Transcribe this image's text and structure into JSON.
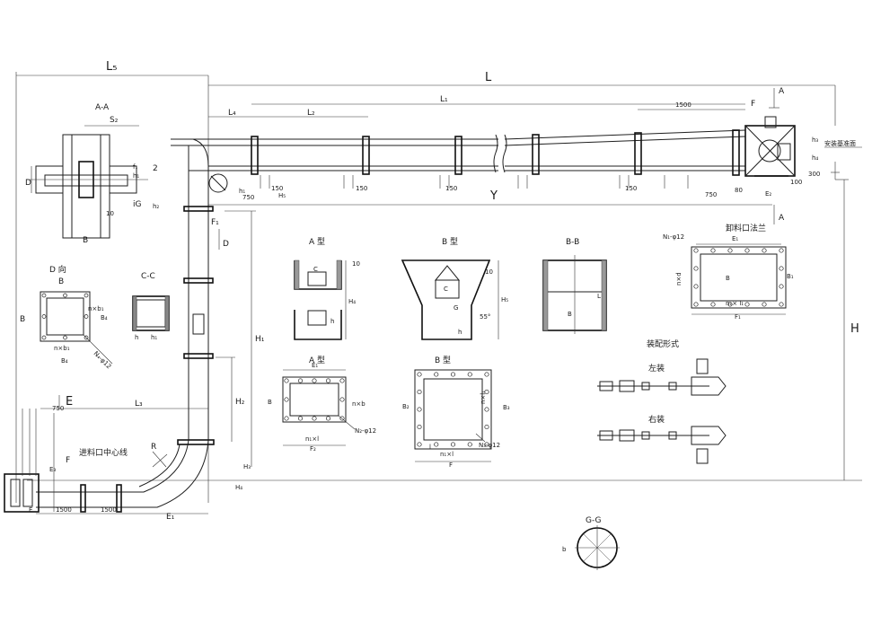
{
  "dims": {
    "L5": "L₅",
    "L": "L",
    "L1": "L₁",
    "L2": "L₂",
    "L3": "L₃",
    "L4": "L₄",
    "n1500_top": "1500",
    "n750_a": "750",
    "n750_b": "750",
    "n750_c": "750",
    "n150_1": "150",
    "n150_2": "150",
    "n150_3": "150",
    "n150_4": "150",
    "n80": "80",
    "n100": "100",
    "n300": "300",
    "n1500_b1": "1500",
    "n1500_b2": "1500",
    "H": "H",
    "H1": "H₁",
    "H2": "H₂",
    "H3": "H₃",
    "H4": "H₄",
    "H5": "H₅",
    "h1": "h₁",
    "h3": "h₃",
    "h4": "h₄",
    "Y": "Y",
    "E": "E",
    "E1": "E₁",
    "E2": "E₂",
    "E3": "E₃",
    "F": "F",
    "F1": "F₁",
    "A_top": "A",
    "A_mid": "A",
    "D_arrow": "D",
    "R": "R",
    "inlet_label": "进料口中心线",
    "datum_label": "安装基准面"
  },
  "view_AA": {
    "title": "A-A",
    "S2": "S₂",
    "D": "D",
    "B": "B",
    "n2": "2",
    "n10": "10",
    "iG": "iG",
    "h2": "h₂",
    "f1": "f₁",
    "h1": "h₁"
  },
  "view_D": {
    "title": "D  向",
    "B_top": "B",
    "B_left": "B",
    "B4": "B₄",
    "B4_bottom": "B₄",
    "nxb1_side": "n×b₁",
    "nxb1_bot": "n×b₁",
    "bolt": "N₄-φ12"
  },
  "view_CC": {
    "title": "C-C",
    "h1": "h₁",
    "h": "h"
  },
  "typeA_section": {
    "title": "A 型",
    "H4": "H₄",
    "n10": "10",
    "C": "C",
    "h": "h"
  },
  "typeB_section": {
    "title": "B 型",
    "n10": "10",
    "C": "C",
    "G": "G",
    "H5": "H₅",
    "angle": "55°",
    "h": "h"
  },
  "view_BB": {
    "title": "B-B",
    "B": "B",
    "L": "L"
  },
  "discharge_flange": {
    "title": "卸料口法兰",
    "bolt": "N₁-φ12",
    "E1": "E₁",
    "B": "B",
    "B1": "B₁",
    "nxd": "n×d",
    "nxl": "n₁× l₁",
    "F1": "F₁"
  },
  "typeA_flange": {
    "title": "A 型",
    "B": "B",
    "E1": "E₁",
    "F2": "F₂",
    "nxb": "n×b",
    "nxl": "n₁×l",
    "bolt": "N₂-φ12"
  },
  "typeB_flange": {
    "title": "B 型",
    "B2": "B₂",
    "B3": "B₃",
    "nxl1": "n×l₁",
    "nxl": "n₁×l",
    "F": "F",
    "l": "l",
    "bolt": "N₃-φ12"
  },
  "assembly": {
    "title": "装配形式",
    "left": "左装",
    "right": "右装"
  },
  "view_GG": {
    "title": "G-G",
    "b": "b"
  }
}
